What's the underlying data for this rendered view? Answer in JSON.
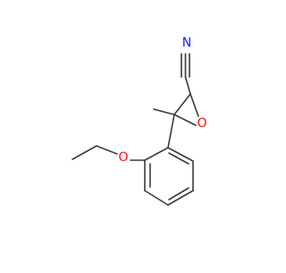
{
  "molecule": {
    "atoms": {
      "nitrogen": "N",
      "epoxide_oxygen": "O",
      "ether_oxygen": "O"
    },
    "colors": {
      "bond": "#3a3a3a",
      "nitrogen": "#1a1aff",
      "oxygen": "#ff0d0d",
      "background": "#ffffff"
    }
  }
}
